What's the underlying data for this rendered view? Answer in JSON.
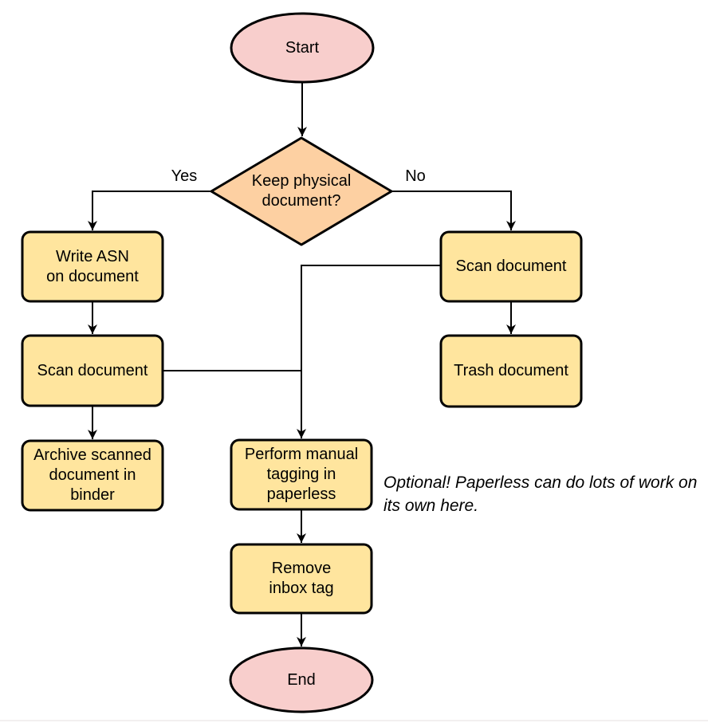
{
  "colors": {
    "background": "#ffffff",
    "stroke": "#000000",
    "terminator_fill": "#f8cecc",
    "decision_fill": "#fdd0a2",
    "process_fill": "#ffe59e"
  },
  "diagram": {
    "nodes": {
      "start": {
        "type": "terminator",
        "label": "Start"
      },
      "decision": {
        "type": "decision",
        "label": [
          "Keep physical",
          "document?"
        ]
      },
      "write_asn": {
        "type": "process",
        "label": [
          "Write ASN",
          "on document"
        ]
      },
      "scan_left": {
        "type": "process",
        "label": "Scan document"
      },
      "archive": {
        "type": "process",
        "label": [
          "Archive scanned",
          "document in",
          "binder"
        ]
      },
      "scan_right": {
        "type": "process",
        "label": "Scan document"
      },
      "trash": {
        "type": "process",
        "label": "Trash document"
      },
      "tagging": {
        "type": "process",
        "label": [
          "Perform manual",
          "tagging in",
          "paperless"
        ]
      },
      "remove_inbox": {
        "type": "process",
        "label": [
          "Remove",
          "inbox tag"
        ]
      },
      "end": {
        "type": "terminator",
        "label": "End"
      }
    },
    "edge_labels": {
      "yes": "Yes",
      "no": "No"
    },
    "edges": [
      {
        "from": "start",
        "to": "decision"
      },
      {
        "from": "decision",
        "to": "write_asn",
        "label": "Yes"
      },
      {
        "from": "decision",
        "to": "scan_right",
        "label": "No"
      },
      {
        "from": "write_asn",
        "to": "scan_left"
      },
      {
        "from": "scan_left",
        "to": "archive"
      },
      {
        "from": "scan_left",
        "to": "tagging"
      },
      {
        "from": "scan_right",
        "to": "trash"
      },
      {
        "from": "scan_right",
        "to": "tagging"
      },
      {
        "from": "tagging",
        "to": "remove_inbox"
      },
      {
        "from": "remove_inbox",
        "to": "end"
      }
    ],
    "annotation": [
      "Optional! Paperless can do lots of work on",
      "its own here."
    ]
  }
}
